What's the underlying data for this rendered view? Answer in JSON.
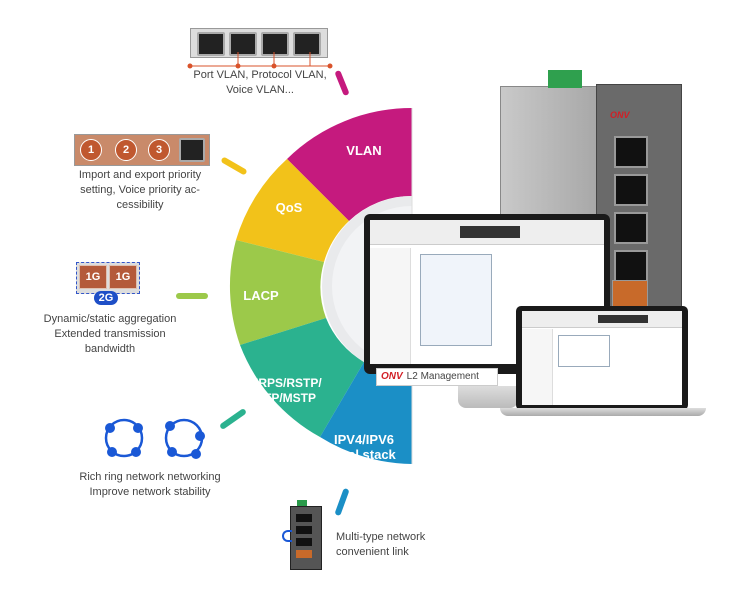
{
  "segments": {
    "vlan": "VLAN",
    "qos": "QoS",
    "lacp": "LACP",
    "erps_line1": "ERPS/RSTP/",
    "erps_line2": "STP/MSTP",
    "ipv_line1": "IPV4/IPV6",
    "ipv_line2": "dual stack"
  },
  "captions": {
    "vlan_line1": "Port VLAN, Protocol VLAN,",
    "vlan_line2": "Voice VLAN...",
    "qos_line1": "Import and export priority",
    "qos_line2": "setting, Voice priority ac-",
    "qos_line3": "cessibility",
    "lacp_line1": "Dynamic/static aggregation",
    "lacp_line2": "Extended transmission",
    "lacp_line3": "bandwidth",
    "ring_line1": "Rich ring network networking",
    "ring_line2": "Improve network stability",
    "net_line1": "Multi-type network",
    "net_line2": "convenient link"
  },
  "badges": [
    "1",
    "2",
    "3"
  ],
  "lacp_ports": [
    "1G",
    "1G"
  ],
  "lacp_total": "2G",
  "management": {
    "brand": "ONV",
    "label": "L2 Management"
  },
  "colors": {
    "vlan": "#c51a7e",
    "qos": "#f2c21a",
    "lacp": "#9cc94a",
    "erps": "#2bb28f",
    "ipv": "#1b8fc6"
  }
}
